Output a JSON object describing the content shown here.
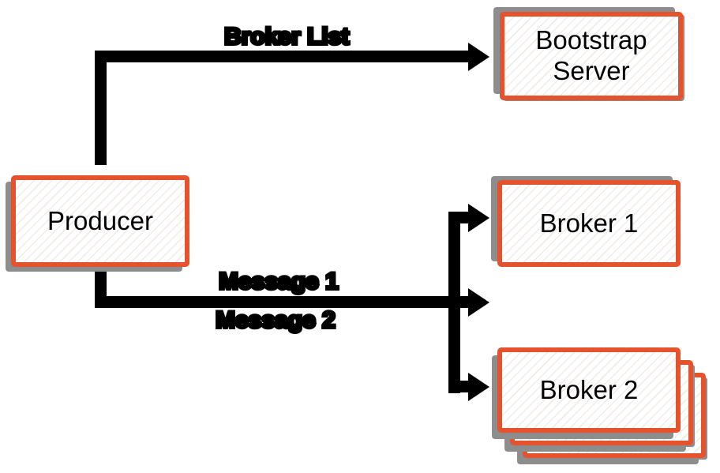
{
  "diagram": {
    "type": "flow-diagram",
    "nodes": [
      {
        "id": "producer",
        "label": "Producer"
      },
      {
        "id": "bootstrap-server",
        "label": "Bootstrap Server"
      },
      {
        "id": "broker-1",
        "label": "Broker 1"
      },
      {
        "id": "broker-2",
        "label": "Broker 2",
        "stacked": true,
        "stack_count": 3
      }
    ],
    "edges": [
      {
        "from": "producer",
        "to": "bootstrap-server",
        "label": "Broker List"
      },
      {
        "from": "producer",
        "to": "broker-1",
        "label": "Message 1"
      },
      {
        "from": "producer",
        "to": "broker-2",
        "label": "Message 2"
      }
    ],
    "colors": {
      "node_border": "#E4532E",
      "node_fill": "#FFFFFF",
      "shadow": "#8D8D8D",
      "connector": "#000000",
      "text": "#000000",
      "background": "#FFFFFF"
    }
  }
}
